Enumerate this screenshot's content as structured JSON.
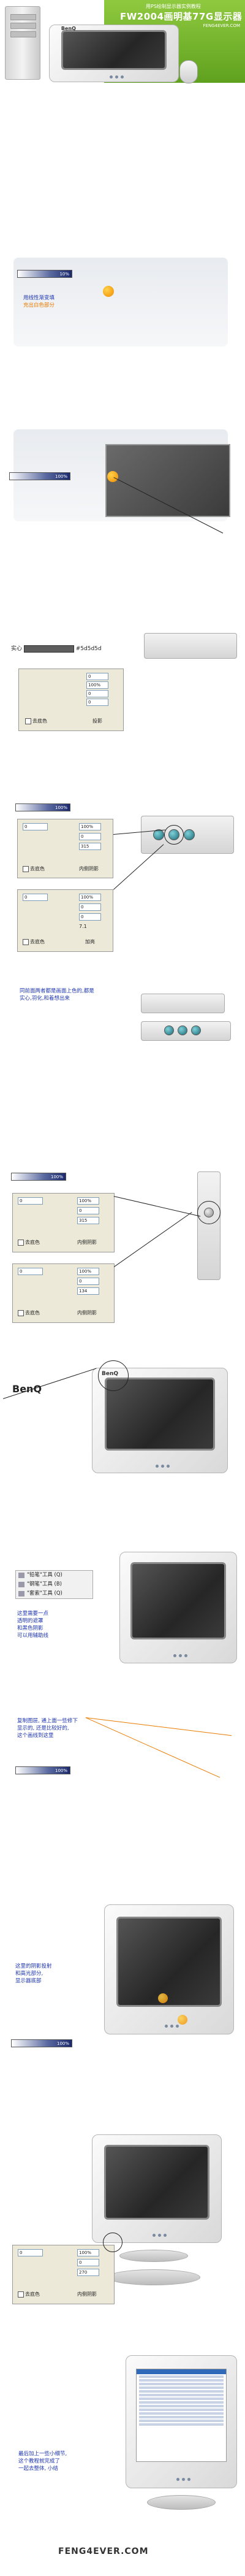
{
  "header": {
    "subtitle": "用PS绘制显示器实例教程",
    "title": "FW2004画明基77G显示器",
    "brand": "FENG4EVER.COM"
  },
  "step1": {
    "caption_line1": "用线性渐变填",
    "caption_line2": "充出白色部分",
    "bar_label": "10%"
  },
  "step2": {
    "bar_label": "100%"
  },
  "step3": {
    "fill_label": "实心",
    "fill_value": "#5d5d5d",
    "checkbox_label": "去底色",
    "mode_label": "投影",
    "values": [
      "0",
      "100%",
      "0",
      "0"
    ]
  },
  "step4": {
    "values_a": [
      "0",
      "100%",
      "0",
      "315"
    ],
    "values_b": [
      "0",
      "100%",
      "0",
      "0"
    ],
    "checkbox_label": "去底色",
    "mode_a": "内侧阴影",
    "mode_b": "加亮",
    "knob_label": "7.1"
  },
  "step5": {
    "caption_line1": "同前面两者都是画面上色的,都是",
    "caption_line2": "实心,羽化,和着想出来"
  },
  "step6": {
    "values_a": [
      "0",
      "100%",
      "0",
      "315"
    ],
    "values_b": [
      "0",
      "100%",
      "0",
      "134"
    ],
    "checkbox_label": "去底色",
    "mode_label": "内侧阴影",
    "bar_label": "100%"
  },
  "step7": {
    "logo": "BenQ"
  },
  "step8": {
    "menu": [
      {
        "label": "\"铅笔\"工具 (Q)"
      },
      {
        "label": "\"钢笔\"工具 (B)"
      },
      {
        "label": "\"套索\"工具 (Q)"
      }
    ],
    "caption_line1": "这里需要一点",
    "caption_line2": "透明的遮罩",
    "caption_line3": "和黑色阴影",
    "caption_line4": "可以用辅助线"
  },
  "step9": {
    "caption_line1": "复制图层, 通上面一些修下",
    "caption_line2": "显示的, 还是比较好的,",
    "caption_line3": "这个画线到这里",
    "bar_label": "100%"
  },
  "step10": {
    "caption_line1": "这里的阴影投射",
    "caption_line2": "和高光部分,",
    "caption_line3": "显示器底部",
    "bar_label": "100%"
  },
  "step11": {
    "values": [
      "0",
      "100%",
      "0",
      "270"
    ],
    "checkbox_label": "去底色",
    "mode_label": "内侧阴影"
  },
  "step12": {
    "caption_line1": "最后加上一些小细节,",
    "caption_line2": "这个教程就完成了",
    "caption_line3": "一起去整体, 小结"
  },
  "footer": {
    "site": "FENG4EVER.COM"
  },
  "colors": {
    "accent": "#e97a00",
    "header_green": "#6fae27",
    "screen": "#2e2e2e"
  }
}
